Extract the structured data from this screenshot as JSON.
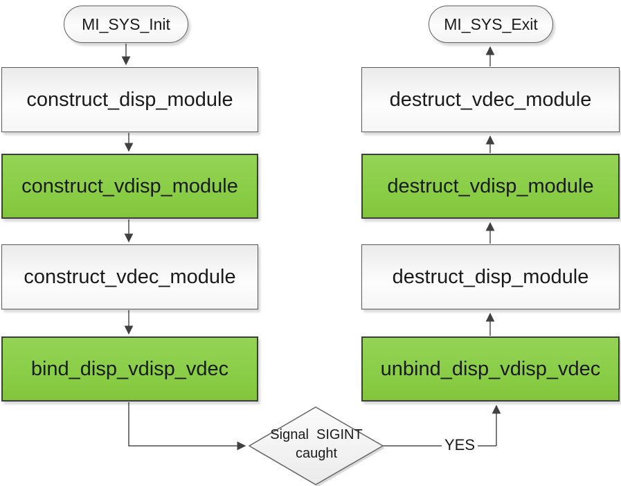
{
  "flowchart": {
    "init_terminal": {
      "label": "MI_SYS_Init"
    },
    "exit_terminal": {
      "label": "MI_SYS_Exit"
    },
    "init_steps": [
      {
        "label": "construct_disp_module",
        "highlighted": false
      },
      {
        "label": "construct_vdisp_module",
        "highlighted": true
      },
      {
        "label": "construct_vdec_module",
        "highlighted": false
      },
      {
        "label": "bind_disp_vdisp_vdec",
        "highlighted": true
      }
    ],
    "exit_steps": [
      {
        "label": "destruct_vdec_module",
        "highlighted": false
      },
      {
        "label": "destruct_vdisp_module",
        "highlighted": true
      },
      {
        "label": "destruct_disp_module",
        "highlighted": false
      },
      {
        "label": "unbind_disp_vdisp_vdec",
        "highlighted": true
      }
    ],
    "decision": {
      "line1": "Signal  SIGINT",
      "line2": "caught"
    },
    "yes_label": "YES",
    "colors": {
      "highlight_fill": "#8dce4b",
      "node_border": "#575757",
      "highlight_border": "#3d3d3d",
      "connector": "#4d4d4d",
      "text": "#1a1a1a"
    }
  }
}
